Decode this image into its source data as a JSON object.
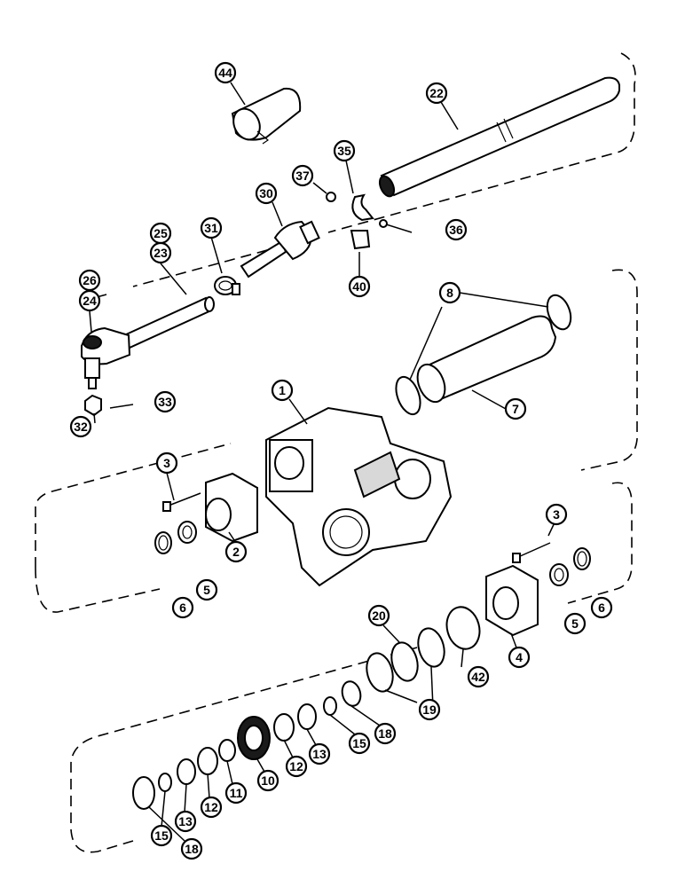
{
  "callouts": [
    {
      "id": "c44",
      "label": "44"
    },
    {
      "id": "c22",
      "label": "22"
    },
    {
      "id": "c35",
      "label": "35"
    },
    {
      "id": "c37",
      "label": "37"
    },
    {
      "id": "c30",
      "label": "30"
    },
    {
      "id": "c31",
      "label": "31"
    },
    {
      "id": "c36",
      "label": "36"
    },
    {
      "id": "c25",
      "label": "25"
    },
    {
      "id": "c23",
      "label": "23"
    },
    {
      "id": "c40",
      "label": "40"
    },
    {
      "id": "c26",
      "label": "26"
    },
    {
      "id": "c24",
      "label": "24"
    },
    {
      "id": "c8",
      "label": "8"
    },
    {
      "id": "c1",
      "label": "1"
    },
    {
      "id": "c7",
      "label": "7"
    },
    {
      "id": "c33",
      "label": "33"
    },
    {
      "id": "c32",
      "label": "32"
    },
    {
      "id": "c3a",
      "label": "3"
    },
    {
      "id": "c2",
      "label": "2"
    },
    {
      "id": "c5a",
      "label": "5"
    },
    {
      "id": "c6a",
      "label": "6"
    },
    {
      "id": "c3b",
      "label": "3"
    },
    {
      "id": "c6b",
      "label": "6"
    },
    {
      "id": "c5b",
      "label": "5"
    },
    {
      "id": "c4",
      "label": "4"
    },
    {
      "id": "c20",
      "label": "20"
    },
    {
      "id": "c42",
      "label": "42"
    },
    {
      "id": "c19",
      "label": "19"
    },
    {
      "id": "c18a",
      "label": "18"
    },
    {
      "id": "c15a",
      "label": "15"
    },
    {
      "id": "c13a",
      "label": "13"
    },
    {
      "id": "c12a",
      "label": "12"
    },
    {
      "id": "c10",
      "label": "10"
    },
    {
      "id": "c11",
      "label": "11"
    },
    {
      "id": "c12b",
      "label": "12"
    },
    {
      "id": "c13b",
      "label": "13"
    },
    {
      "id": "c15b",
      "label": "15"
    },
    {
      "id": "c18b",
      "label": "18"
    }
  ]
}
